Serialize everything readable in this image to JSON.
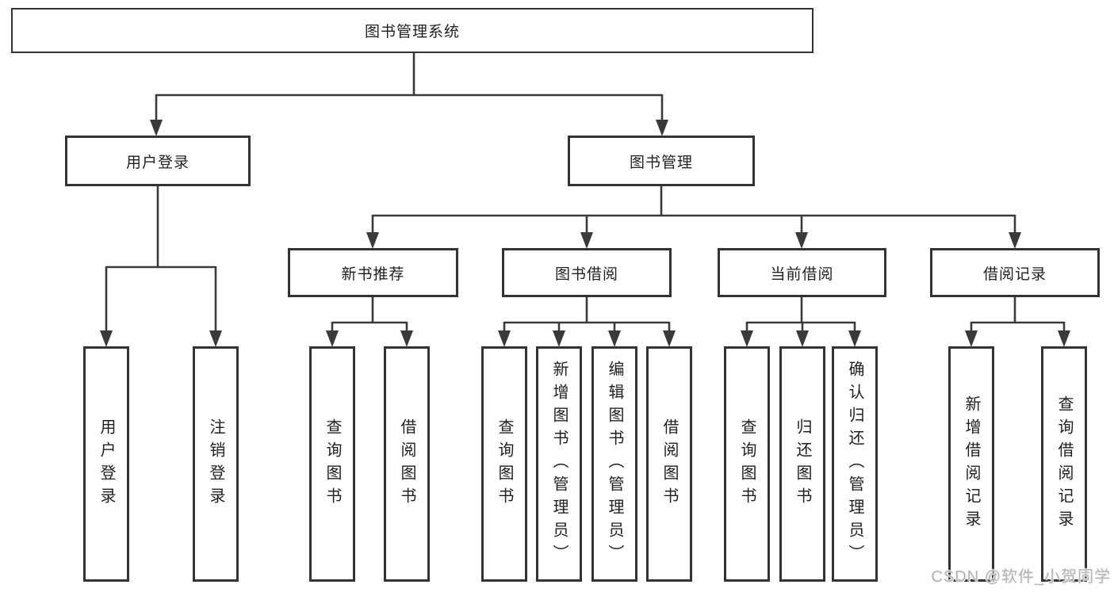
{
  "diagram": {
    "title": "图书管理系统",
    "root": {
      "label": "图书管理系统"
    },
    "level2": [
      {
        "label": "用户登录"
      },
      {
        "label": "图书管理"
      }
    ],
    "level3": [
      {
        "label": "新书推荐"
      },
      {
        "label": "图书借阅"
      },
      {
        "label": "当前借阅"
      },
      {
        "label": "借阅记录"
      }
    ],
    "leaves": {
      "user_login": [
        "用户登录",
        "注销登录"
      ],
      "new_book": [
        "查询图书",
        "借阅图书"
      ],
      "book_borrow": [
        "查询图书",
        "新增图书（管理员）",
        "编辑图书（管理员）",
        "借阅图书"
      ],
      "current_borrow": [
        "查询图书",
        "归还图书",
        "确认归还（管理员）"
      ],
      "borrow_record": [
        "新增借阅记录",
        "查询借阅记录"
      ]
    }
  },
  "watermark": "CSDN @软件_小贺同学",
  "colors": {
    "line": "#3a3a3a",
    "box_border": "#333333",
    "text": "#1f1f1f",
    "watermark": "#b4b4b4",
    "background": "#ffffff"
  }
}
